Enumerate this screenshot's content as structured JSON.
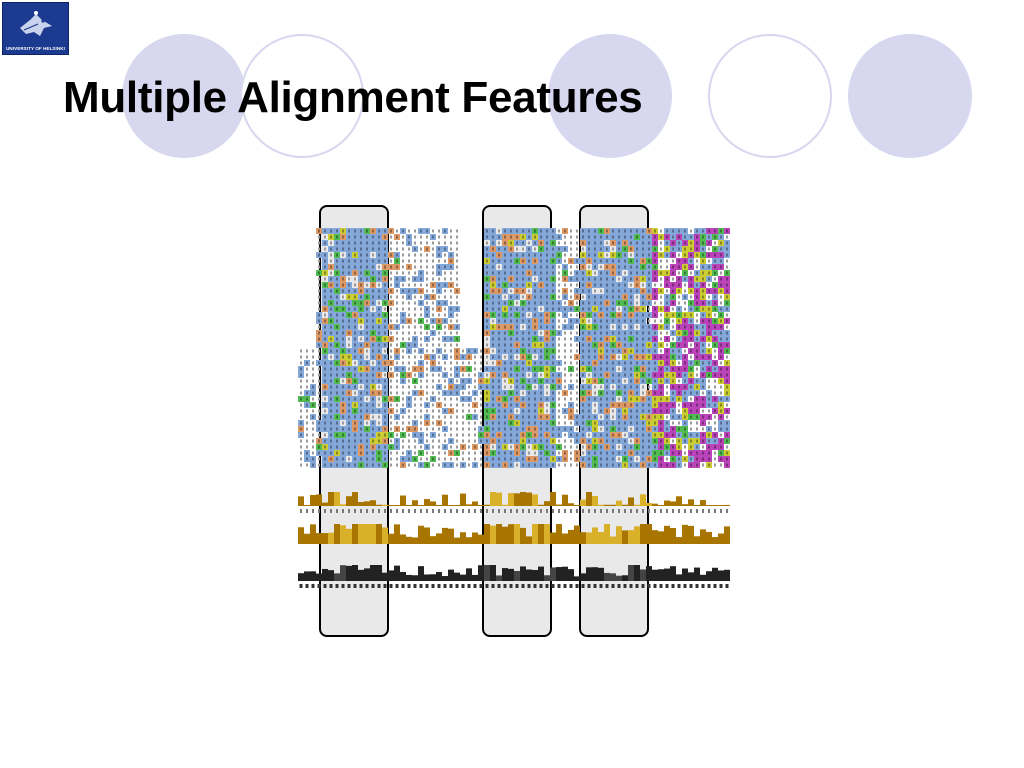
{
  "slide": {
    "title": "Multiple Alignment Features",
    "logo_text": "UNIVERSITY OF HELSINKI"
  },
  "colors": {
    "circle_fill": "#d7d7ef",
    "hydrophobic": "#84a8da",
    "polar_green": "#52bb52",
    "glycine_orange": "#dd9966",
    "proline_yellow": "#cccc33",
    "acidic_magenta": "#bb44bb",
    "histogram_brown": "#a87600",
    "histogram_gold": "#d9b02a",
    "histogram_dark": "#222222",
    "highlight_box": "#e9e9e9"
  },
  "icons": [
    "helsinki-university-logo"
  ]
}
